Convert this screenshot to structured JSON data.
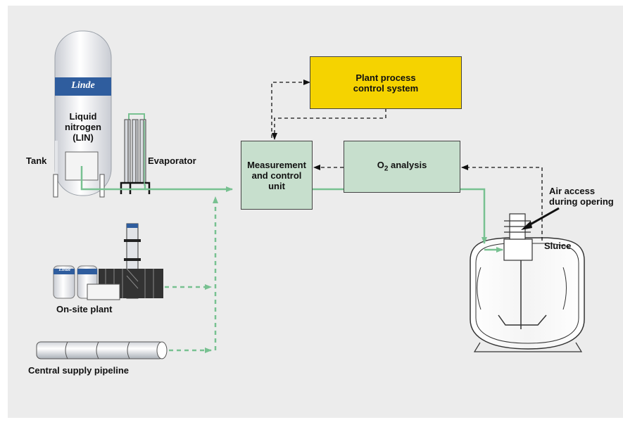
{
  "colors": {
    "background_panel": "#ececec",
    "green_box": "#c7dfcd",
    "yellow_box": "#f5d300",
    "flow_line": "#78c191",
    "brand_blue": "#2f5d9e"
  },
  "tank": {
    "brand_logo": "Linde",
    "content_label": "Liquid nitrogen (LIN)",
    "tank_label": "Tank"
  },
  "evaporator": {
    "label": "Evaporator"
  },
  "onsite_plant": {
    "label": "On-site plant",
    "brand_logo": "Linde"
  },
  "pipeline": {
    "label": "Central supply pipeline"
  },
  "boxes": {
    "plant_process": "Plant process control system",
    "measurement": "Measurement and control unit",
    "o2_prefix": "O",
    "o2_subscript": "2",
    "o2_suffix": " analysis"
  },
  "vessel": {
    "air_access": "Air access during opering",
    "sluice": "Sluice"
  }
}
